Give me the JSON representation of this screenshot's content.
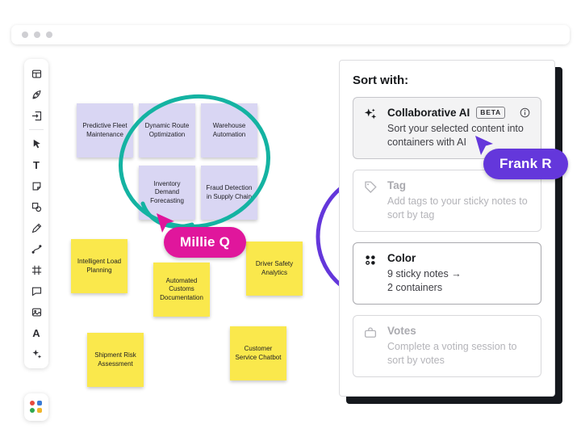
{
  "colors": {
    "teal_marker": "#14b3a2",
    "purple_marker": "#6437db",
    "pink_cursor": "#e0169c",
    "purple_cursor": "#6437db",
    "note_purple": "#d9d6f3",
    "note_yellow": "#fae84c",
    "panel_shadow": "#15181d"
  },
  "toolbar": {
    "text_glyph": "T",
    "font_glyph": "A",
    "icons": [
      "templates",
      "rocket",
      "import",
      "select",
      "text",
      "sticky-note",
      "shapes",
      "pen",
      "connector",
      "frame",
      "comment",
      "image",
      "font",
      "ai-sparkle",
      "apps"
    ]
  },
  "notes": {
    "purple": [
      "Predictive Fleet Maintenance",
      "Dynamic Route Optimization",
      "Warehouse Automation",
      "Inventory Demand Forecasting",
      "Fraud Detection in Supply Chain"
    ],
    "yellow": [
      "Intelligent Load Planning",
      "Automated Customs Documentation",
      "Driver Safety Analytics",
      "Shipment Risk Assessment",
      "Customer Service Chatbot"
    ]
  },
  "cursors": {
    "millie": {
      "name": "Millie Q",
      "color": "#e0169c"
    },
    "frank": {
      "name": "Frank R",
      "color": "#6437db"
    }
  },
  "panel": {
    "title": "Sort with:",
    "options": [
      {
        "title": "Collaborative AI",
        "badge": "BETA",
        "desc": "Sort your selected content into containers with AI",
        "state": "highlighted"
      },
      {
        "title": "Tag",
        "desc": "Add tags to your sticky notes to sort by tag",
        "state": "disabled"
      },
      {
        "title": "Color",
        "desc1": "9 sticky notes →",
        "desc2": "2 containers",
        "state": "enabled"
      },
      {
        "title": "Votes",
        "desc": "Complete a voting session to sort by votes",
        "state": "disabled"
      }
    ]
  }
}
